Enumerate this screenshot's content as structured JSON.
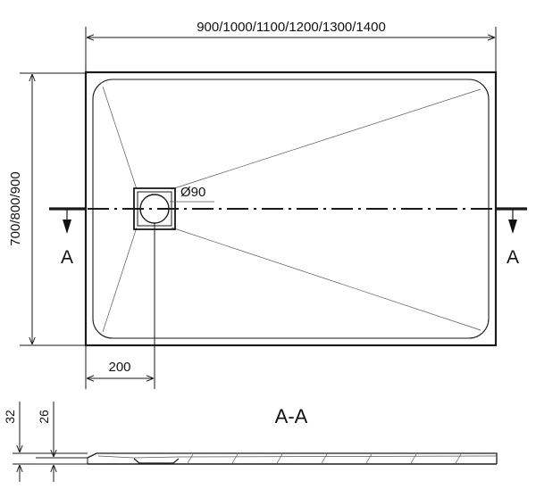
{
  "drawing": {
    "dim_width": "900/1000/1100/1200/1300/1400",
    "dim_depth": "700/800/900",
    "dim_drain_offset": "200",
    "drain_diameter": "Ø90",
    "section_marker_left": "A",
    "section_marker_right": "A",
    "section_title": "A-A",
    "dim_total_height": "32",
    "dim_edge_height": "26"
  }
}
